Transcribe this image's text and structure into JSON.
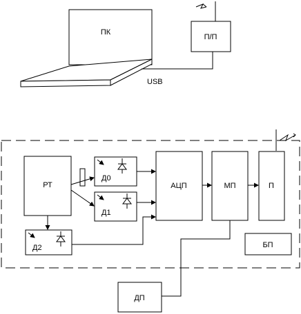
{
  "labels": {
    "pc": "ПК",
    "modem": "П/П",
    "usb": "USB",
    "rt": "РТ",
    "d0": "Д0",
    "d1": "Д1",
    "d2": "Д2",
    "adc": "АЦП",
    "mp": "МП",
    "p": "П",
    "bp": "БП",
    "dp": "ДП"
  }
}
